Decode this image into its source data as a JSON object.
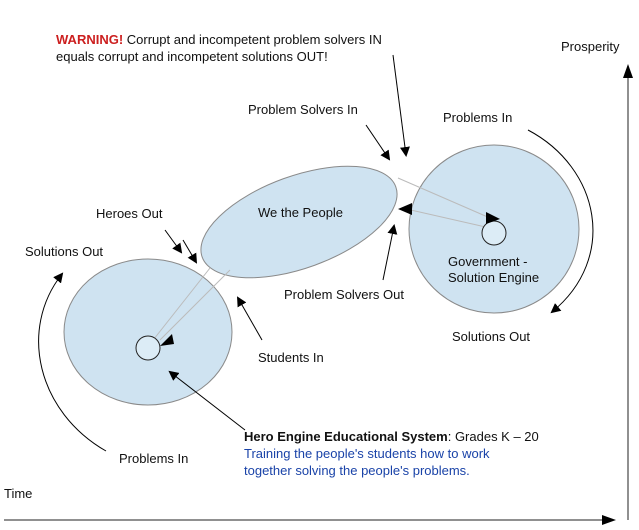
{
  "warning": {
    "prefix": "WARNING!",
    "line1": " Corrupt and incompetent problem solvers IN",
    "line2": "equals corrupt and incompetent solutions OUT!"
  },
  "labels": {
    "prosperity": "Prosperity",
    "time": "Time",
    "problem_solvers_in": "Problem Solvers In",
    "problems_in_top": "Problems In",
    "heroes_out": "Heroes Out",
    "we_the_people": "We the People",
    "solutions_out_left": "Solutions Out",
    "government_line1": "Government -",
    "government_line2": "Solution Engine",
    "problem_solvers_out": "Problem Solvers Out",
    "solutions_out_right": "Solutions Out",
    "students_in": "Students In",
    "problems_in_bottom": "Problems In"
  },
  "hero_engine": {
    "title": "Hero Engine Educational System",
    "grades": ": Grades K – 20",
    "desc1": "Training the people's students how to work",
    "desc2": "together solving the people's problems."
  },
  "colors": {
    "circle_fill": "#cfe3f1",
    "circle_stroke": "#8a8a8a",
    "warning_red": "#cc1f1f",
    "description_blue": "#1a43a8"
  }
}
